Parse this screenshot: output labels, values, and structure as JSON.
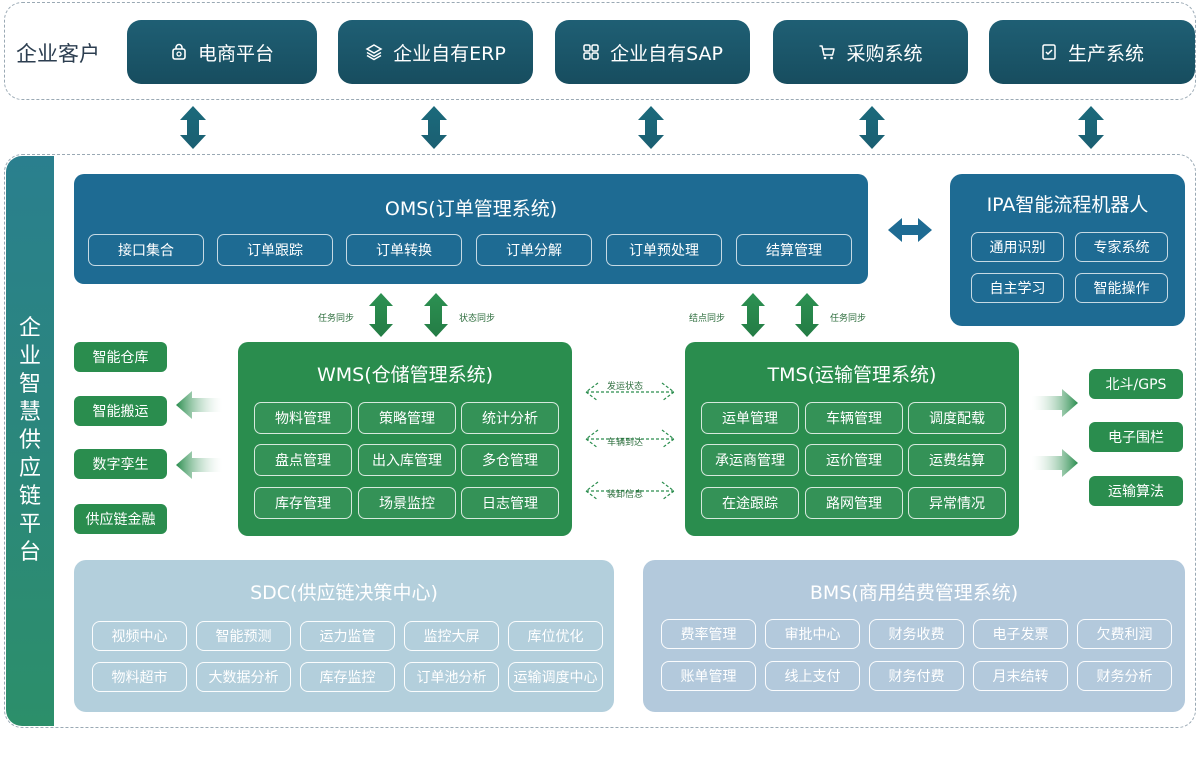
{
  "customer": {
    "label": "企业客户",
    "systems": [
      {
        "label": "电商平台",
        "icon": "shopping-bag-icon"
      },
      {
        "label": "企业自有ERP",
        "icon": "layers-icon"
      },
      {
        "label": "企业自有SAP",
        "icon": "grid-icon"
      },
      {
        "label": "采购系统",
        "icon": "cart-icon"
      },
      {
        "label": "生产系统",
        "icon": "checklist-icon"
      }
    ]
  },
  "platform": {
    "side_label": [
      "企",
      "业",
      "智",
      "慧",
      "供",
      "应",
      "链",
      "平",
      "台"
    ]
  },
  "oms": {
    "title": "OMS(订单管理系统)",
    "items": [
      "接口集合",
      "订单跟踪",
      "订单转换",
      "订单分解",
      "订单预处理",
      "结算管理"
    ]
  },
  "ipa": {
    "title": "IPA智能流程机器人",
    "items": [
      "通用识别",
      "专家系统",
      "自主学习",
      "智能操作"
    ]
  },
  "sync_labels": {
    "wms_task": "任务同步",
    "wms_status": "状态同步",
    "tms_node": "结点同步",
    "tms_task": "任务同步"
  },
  "wms": {
    "title": "WMS(仓储管理系统)",
    "items": [
      "物料管理",
      "策略管理",
      "统计分析",
      "盘点管理",
      "出入库管理",
      "多仓管理",
      "库存管理",
      "场景监控",
      "日志管理"
    ]
  },
  "tms": {
    "title": "TMS(运输管理系统)",
    "items": [
      "运单管理",
      "车辆管理",
      "调度配载",
      "承运商管理",
      "运价管理",
      "运费结算",
      "在途跟踪",
      "路网管理",
      "异常情况"
    ]
  },
  "wms_tms_links": [
    "发运状态",
    "车辆到达",
    "装卸信息"
  ],
  "left_boxes": [
    "智能仓库",
    "智能搬运",
    "数字孪生",
    "供应链金融"
  ],
  "right_boxes": [
    "北斗/GPS",
    "电子围栏",
    "运输算法"
  ],
  "sdc": {
    "title": "SDC(供应链决策中心)",
    "items": [
      "视频中心",
      "智能预测",
      "运力监管",
      "监控大屏",
      "库位优化",
      "物料超市",
      "大数据分析",
      "库存监控",
      "订单池分析",
      "运输调度中心"
    ]
  },
  "bms": {
    "title": "BMS(商用结费管理系统)",
    "items": [
      "费率管理",
      "审批中心",
      "财务收费",
      "电子发票",
      "欠费利润",
      "账单管理",
      "线上支付",
      "财务付费",
      "月末结转",
      "财务分析"
    ]
  },
  "colors": {
    "teal_dark": "#1f5f74",
    "blue": "#1e6b93",
    "green": "#2a8d4e",
    "light_blue": "#b3cfdc"
  }
}
